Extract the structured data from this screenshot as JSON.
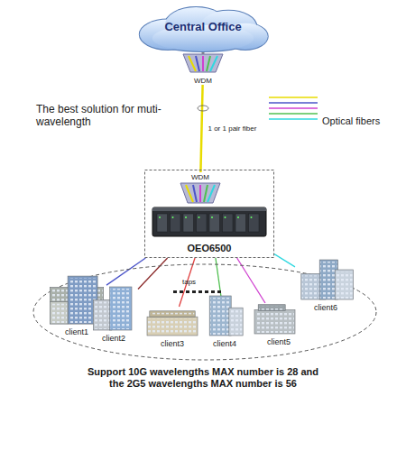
{
  "diagram": {
    "caption": "Support 10G wavelengths MAX number is 28 and the 2G5 wavelengths MAX number is 56",
    "nodes": [
      {
        "text": [
          "Central Office"
        ]
      },
      {
        "text": [
          "WDM"
        ]
      },
      {
        "text": [
          "OEO6500"
        ]
      },
      {
        "text": [
          "WDM"
        ],
        "in": 2
      },
      {
        "text": [
          "taps"
        ]
      },
      {
        "text": [
          "client1"
        ],
        "in": 4
      },
      {
        "text": [
          "client2"
        ],
        "in": 4
      },
      {
        "text": [
          "client3"
        ],
        "in": 4
      },
      {
        "text": [
          "client4"
        ],
        "in": 4
      },
      {
        "text": [
          "client5"
        ],
        "in": 4
      },
      {
        "text": [
          "client6"
        ],
        "in": 4
      }
    ],
    "edges": [
      {
        "from": 0,
        "to": 1,
        "arrow": "none"
      },
      {
        "from": 1,
        "to": 3,
        "arrow": "none",
        "label": "1 or 1 pair fiber"
      },
      {
        "from": 2,
        "to": 5,
        "arrow": "none"
      },
      {
        "from": 2,
        "to": 6,
        "arrow": "none"
      },
      {
        "from": 2,
        "to": 7,
        "arrow": "none"
      },
      {
        "from": 2,
        "to": 8,
        "arrow": "none"
      },
      {
        "from": 2,
        "to": 9,
        "arrow": "none"
      },
      {
        "from": 2,
        "to": 10,
        "arrow": "none"
      }
    ],
    "labels": [
      "The best solution for muti-wavelength"
    ],
    "legend": [
      {
        "text": "Optical fibers"
      }
    ]
  }
}
